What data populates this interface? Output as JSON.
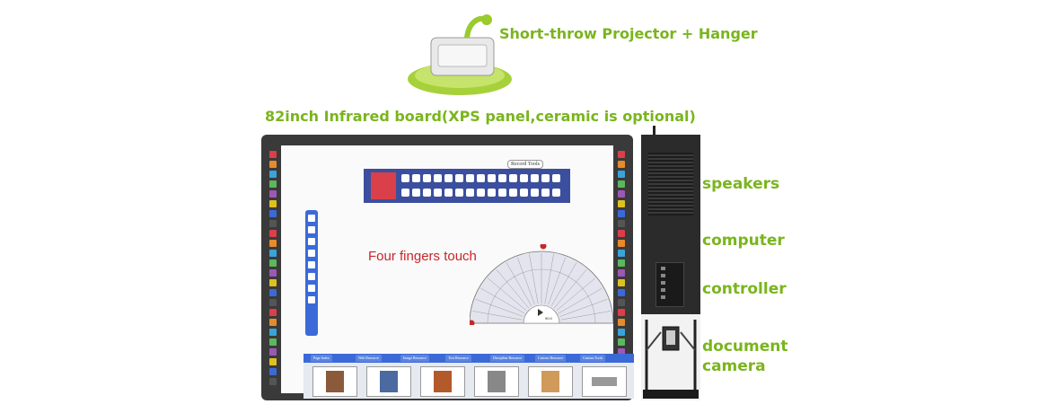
{
  "labels": {
    "projector": "Short-throw Projector + Hanger",
    "board": "82inch Infrared board(XPS panel,ceramic is optional)",
    "speakers": "speakers",
    "computer": "computer",
    "controller": "controller",
    "document_line1": "document",
    "document_line2": "camera"
  },
  "board_screen": {
    "touch_text": "Four fingers touch",
    "recorded_tools": "Record Tools",
    "tabs": [
      "Page Index",
      "Web Resource",
      "Image Resource",
      "Text Resource",
      "Discipline Resource",
      "Custom Resource",
      "Custom Tools"
    ],
    "protractor_value": "90.0"
  },
  "colors": {
    "label_green": "#7ab51d",
    "touch_red": "#c8262a",
    "toolbar_blue": "#3b4f9e"
  }
}
